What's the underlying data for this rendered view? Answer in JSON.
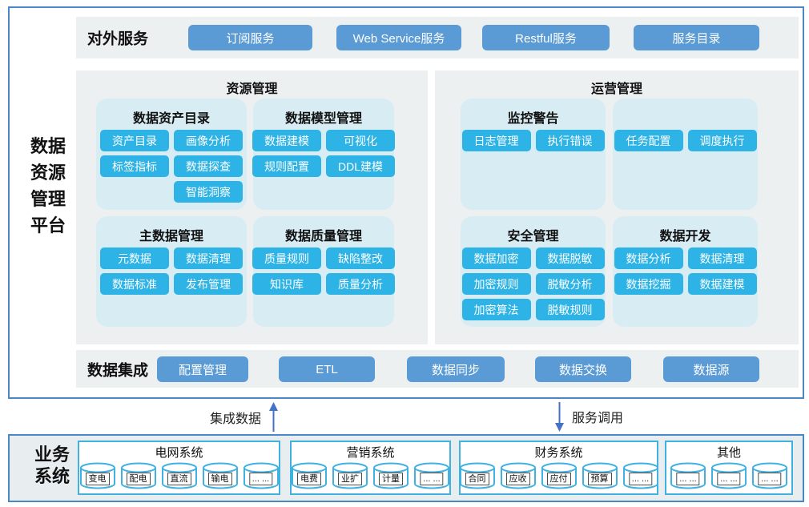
{
  "colors": {
    "frame_border": "#4a87c7",
    "row_bg": "#edf0f1",
    "subpanel_bg": "#d8ecf4",
    "chip_bg": "#2db3e6",
    "button_bg": "#5b9bd5",
    "arrow": "#4472c4",
    "system_box_border": "#41b1e1"
  },
  "main": {
    "side_lines": [
      "数据",
      "资源",
      "管理",
      "平台"
    ],
    "external": {
      "label": "对外服务",
      "buttons": [
        "订阅服务",
        "Web Service服务",
        "Restful服务",
        "服务目录"
      ]
    },
    "resource": {
      "title": "资源管理",
      "asset_catalog": {
        "title": "数据资产目录",
        "rows": [
          [
            "资产目录",
            "画像分析"
          ],
          [
            "标签指标",
            "数据探查"
          ],
          [
            null,
            "智能洞察"
          ]
        ]
      },
      "model": {
        "title": "数据模型管理",
        "rows": [
          [
            "数据建模",
            "可视化"
          ],
          [
            "规则配置",
            "DDL建模"
          ]
        ]
      },
      "master": {
        "title": "主数据管理",
        "rows": [
          [
            "元数据",
            "数据清理"
          ],
          [
            "数据标准",
            "发布管理"
          ]
        ]
      },
      "quality": {
        "title": "数据质量管理",
        "rows": [
          [
            "质量规则",
            "缺陷整改"
          ],
          [
            "知识库",
            "质量分析"
          ]
        ]
      }
    },
    "operation": {
      "title": "运营管理",
      "monitor": {
        "title": "监控警告",
        "rows": [
          [
            "日志管理",
            "执行错误"
          ]
        ]
      },
      "task": {
        "title": "",
        "rows": [
          [
            "任务配置",
            "调度执行"
          ]
        ]
      },
      "security": {
        "title": "安全管理",
        "rows": [
          [
            "数据加密",
            "数据脱敏"
          ],
          [
            "加密规则",
            "脱敏分析"
          ],
          [
            "加密算法",
            "脱敏规则"
          ]
        ]
      },
      "dev": {
        "title": "数据开发",
        "rows": [
          [
            "数据分析",
            "数据清理"
          ],
          [
            "数据挖掘",
            "数据建模"
          ]
        ]
      }
    },
    "integration": {
      "label": "数据集成",
      "buttons": [
        "配置管理",
        "ETL",
        "数据同步",
        "数据交换",
        "数据源"
      ]
    }
  },
  "flows": {
    "up_label": "集成数据",
    "down_label": "服务调用"
  },
  "business": {
    "side_lines": [
      "业务",
      "系统"
    ],
    "systems": [
      {
        "title": "电网系统",
        "dbs": [
          "变电",
          "配电",
          "直流",
          "输电",
          "... ..."
        ]
      },
      {
        "title": "营销系统",
        "dbs": [
          "电费",
          "业扩",
          "计量",
          "... ..."
        ]
      },
      {
        "title": "财务系统",
        "dbs": [
          "合同",
          "应收",
          "应付",
          "预算",
          "... ..."
        ]
      },
      {
        "title": "其他",
        "dbs": [
          "... ...",
          "... ...",
          "... ..."
        ]
      }
    ]
  }
}
